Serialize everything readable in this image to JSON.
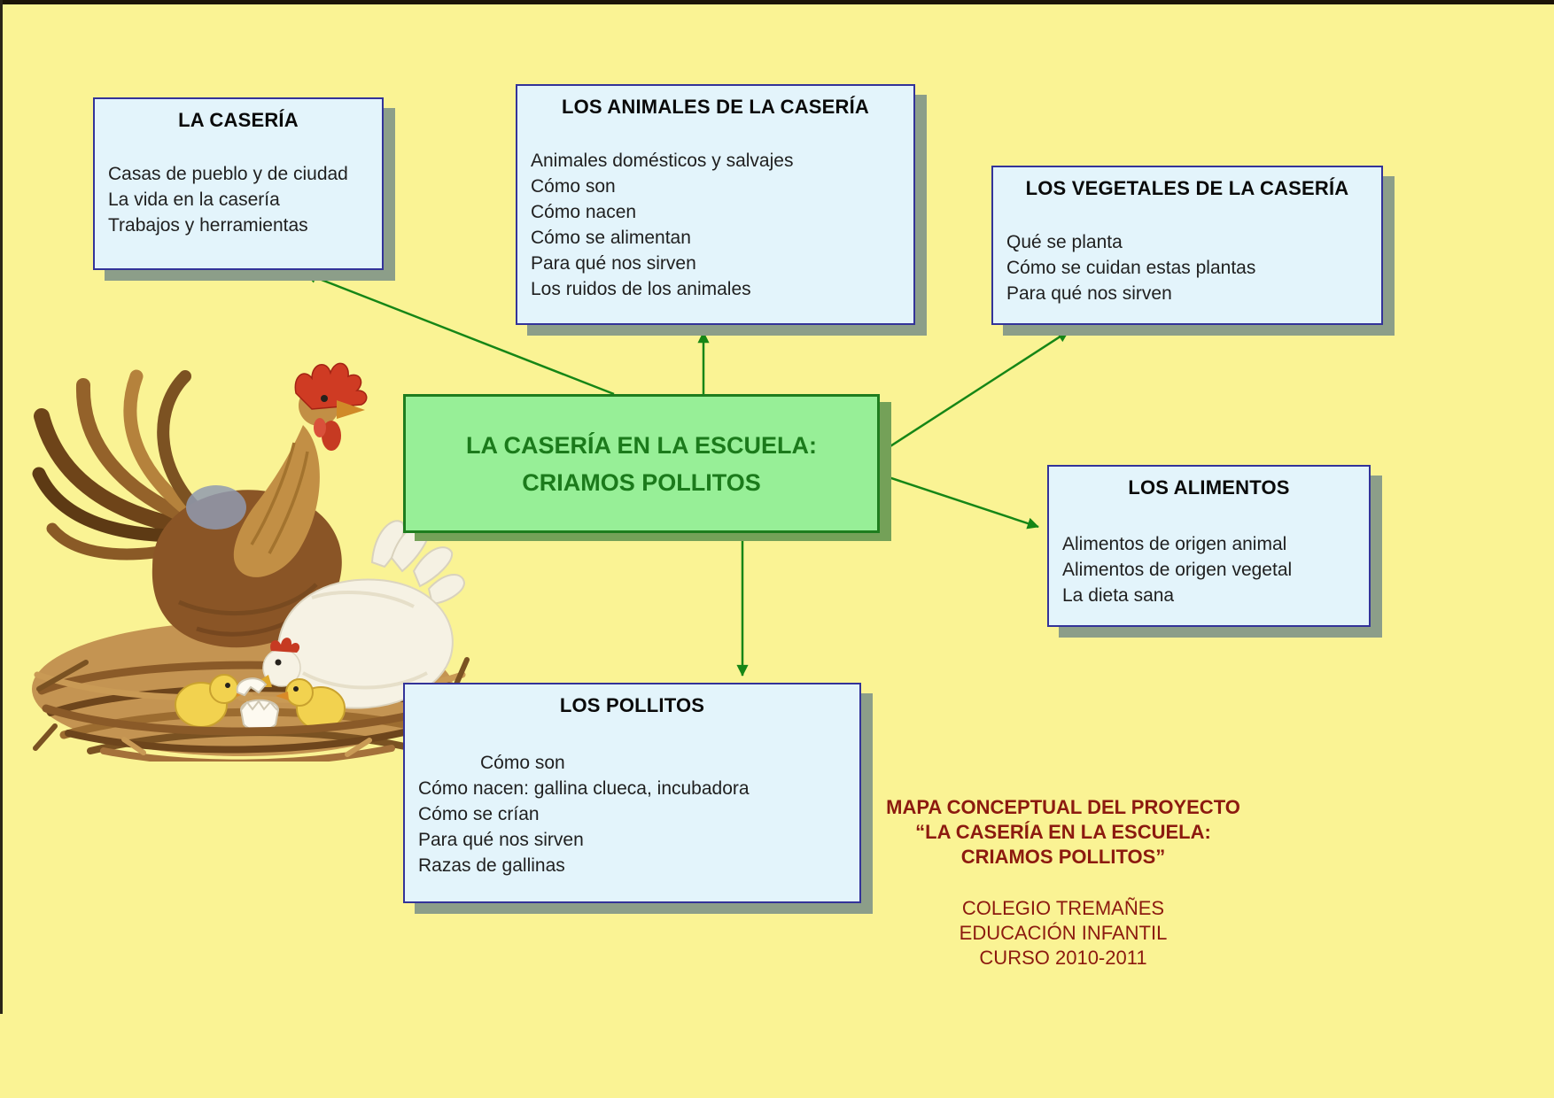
{
  "map": {
    "center_node": {
      "label_line1": "LA CASERÍA EN LA ESCUELA:",
      "label_line2": "CRIAMOS POLLITOS"
    },
    "nodes": {
      "caseria": {
        "title": "LA CASERÍA",
        "items": [
          "Casas de pueblo y de ciudad",
          "La vida en la casería",
          "Trabajos y herramientas"
        ]
      },
      "animales": {
        "title": "LOS ANIMALES DE LA CASERÍA",
        "items": [
          "Animales domésticos y salvajes",
          "Cómo son",
          "Cómo nacen",
          "Cómo se alimentan",
          "Para qué nos sirven",
          "Los ruidos de los animales"
        ]
      },
      "vegetales": {
        "title": "LOS VEGETALES DE LA CASERÍA",
        "items": [
          "Qué se planta",
          "Cómo se cuidan estas plantas",
          "Para qué nos sirven"
        ]
      },
      "alimentos": {
        "title": "LOS ALIMENTOS",
        "items": [
          "Alimentos de origen animal",
          "Alimentos de origen vegetal",
          "La dieta sana"
        ]
      },
      "pollitos": {
        "title": "LOS POLLITOS",
        "items": [
          "Cómo son",
          "Cómo nacen: gallina clueca, incubadora",
          "Cómo se crían",
          "Para qué nos sirven",
          "Razas de gallinas"
        ]
      }
    },
    "credits": {
      "line1": "MAPA CONCEPTUAL DEL PROYECTO",
      "line2": "“LA CASERÍA EN LA ESCUELA:",
      "line3": "CRIAMOS POLLITOS”",
      "line4": "COLEGIO TREMAÑES",
      "line5": "EDUCACIÓN INFANTIL",
      "line6": "CURSO 2010-2011"
    },
    "illustration": "rooster-hen-and-chicks-on-straw-nest",
    "colors": {
      "background": "#FAF394",
      "box_fill": "#E3F4FB",
      "box_border": "#333399",
      "box_shadow": "#8C9E89",
      "center_fill": "#97EF97",
      "center_border": "#1E7D1E",
      "center_text": "#1B7A1B",
      "center_shadow": "#74A158",
      "arrow": "#168616",
      "credits_text": "#8C1A0F"
    }
  }
}
